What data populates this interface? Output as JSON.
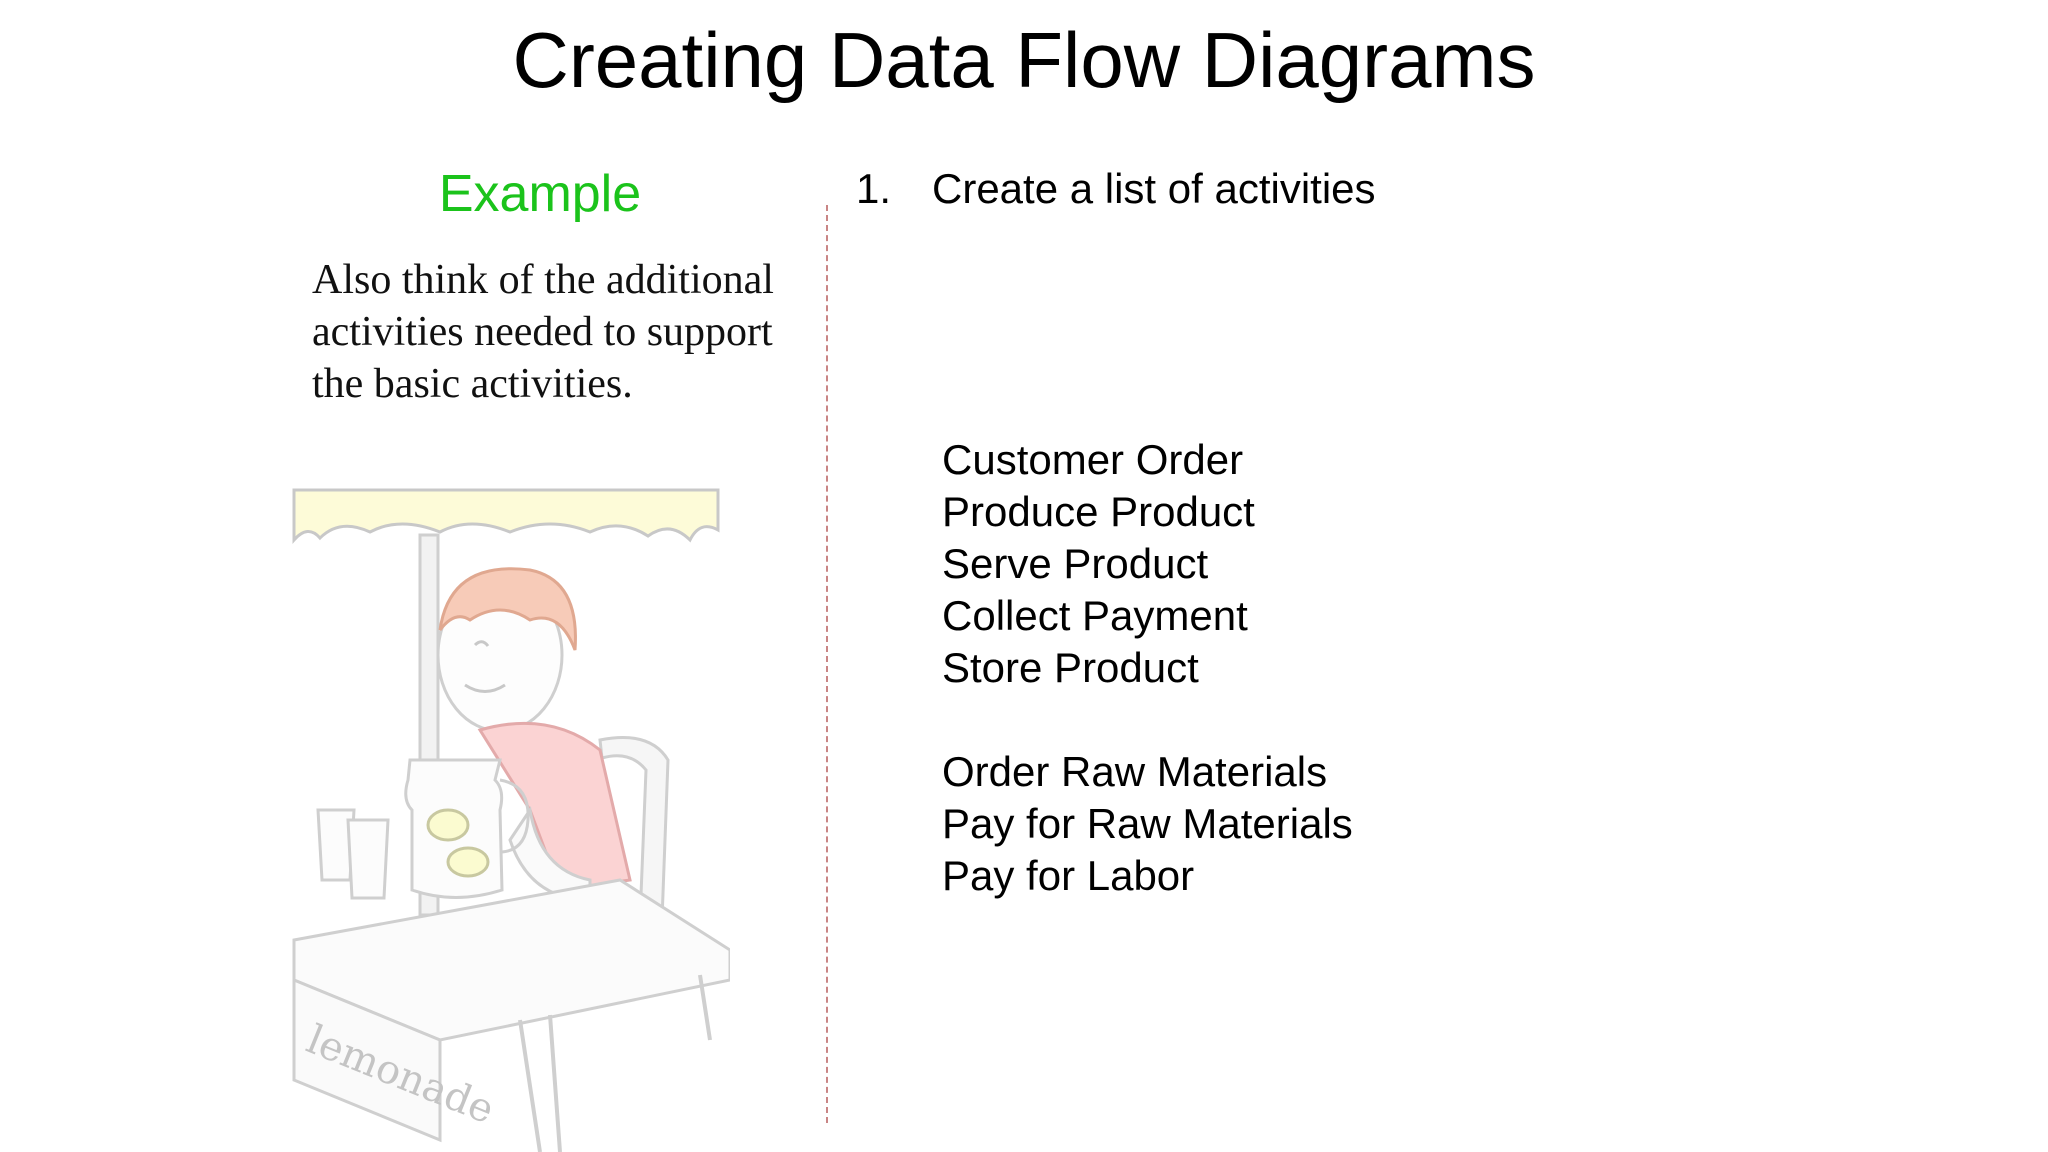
{
  "slide": {
    "title": "Creating Data Flow Diagrams"
  },
  "left_panel": {
    "heading": "Example",
    "note": "Also think of the additional activities needed to support the basic activities.",
    "illustration": {
      "icon": "lemonade-stand-illustration",
      "sign_text": "lemonade"
    }
  },
  "right_panel": {
    "step": {
      "number": "1.",
      "text": "Create a list of activities"
    },
    "basic_activities": [
      "Customer Order",
      "Produce Product",
      "Serve Product",
      "Collect Payment",
      "Store Product"
    ],
    "support_activities": [
      "Order Raw Materials",
      "Pay for Raw Materials",
      "Pay for Labor"
    ]
  },
  "colors": {
    "heading_green": "#1bc31b",
    "divider": "#c98585"
  }
}
